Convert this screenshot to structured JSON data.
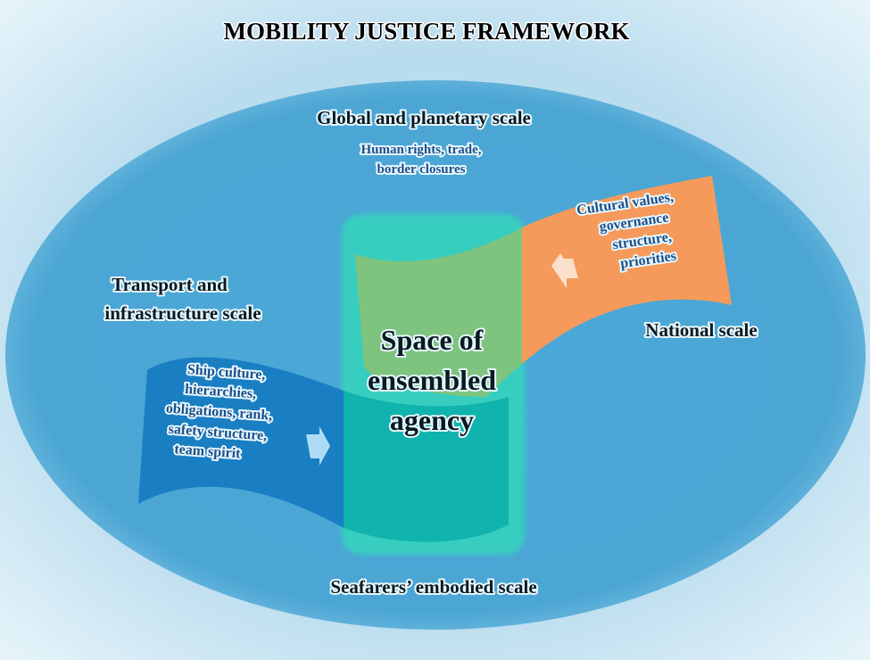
{
  "title": "MOBILITY JUSTICE FRAMEWORK",
  "global": {
    "label": "Global and planetary scale",
    "details": [
      "Human rights, trade,",
      "border  closures"
    ]
  },
  "transport": {
    "label": [
      "Transport and",
      "infrastructure scale"
    ],
    "details": [
      "Ship  culture,",
      "hierarchies,",
      "obligations,  rank,",
      "safety structure,",
      "team spirit"
    ]
  },
  "national": {
    "label": "National scale",
    "details": [
      "Cultural values,",
      "governance",
      "structure,",
      "priorities"
    ]
  },
  "center": {
    "label": [
      "Space of",
      "ensembled",
      "agency"
    ]
  },
  "embodied": {
    "label": "Seafarers’ embodied scale"
  },
  "colors": {
    "ocean": "#4aa6d6",
    "transport_banner": "#1a7ec2",
    "national_banner": "#f59a5a",
    "center": "#36d3bd",
    "center_top": "#7fc47e",
    "center_bottom": "#10b3ad",
    "detail_text": "#1d4f8a"
  }
}
